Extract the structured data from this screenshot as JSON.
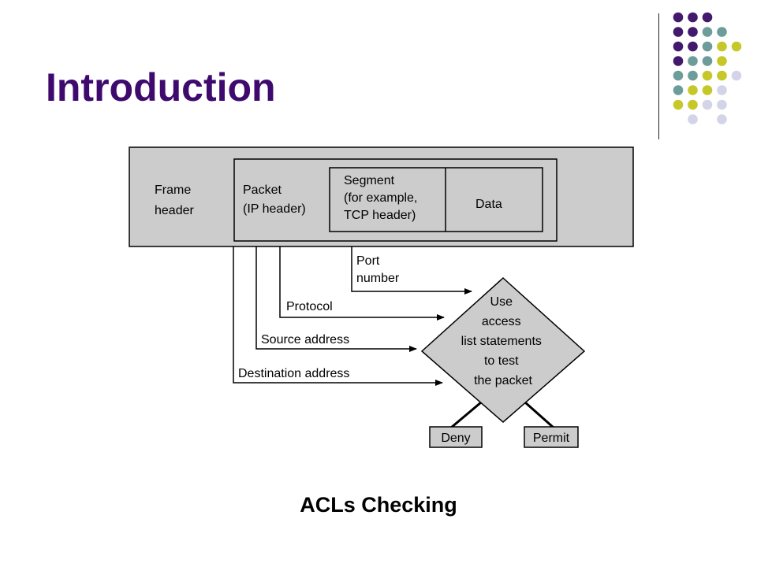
{
  "title": "Introduction",
  "caption": "ACLs Checking",
  "colors": {
    "title": "#3f0a6e",
    "dot_purple": "#43196e",
    "dot_teal": "#6d9d9a",
    "dot_yellow": "#c6c82a",
    "dot_lavender": "#d4d4e8",
    "box_fill": "#cccccc"
  },
  "diagram": {
    "frame_header": [
      "Frame",
      "header"
    ],
    "packet": [
      "Packet",
      "(IP header)"
    ],
    "segment": [
      "Segment",
      "(for example,",
      "TCP header)"
    ],
    "data": "Data",
    "port_number": [
      "Port",
      "number"
    ],
    "protocol": "Protocol",
    "source_address": "Source address",
    "destination_address": "Destination address",
    "decision": [
      "Use",
      "access",
      "list statements",
      "to test",
      "the packet"
    ],
    "deny": "Deny",
    "permit": "Permit"
  }
}
